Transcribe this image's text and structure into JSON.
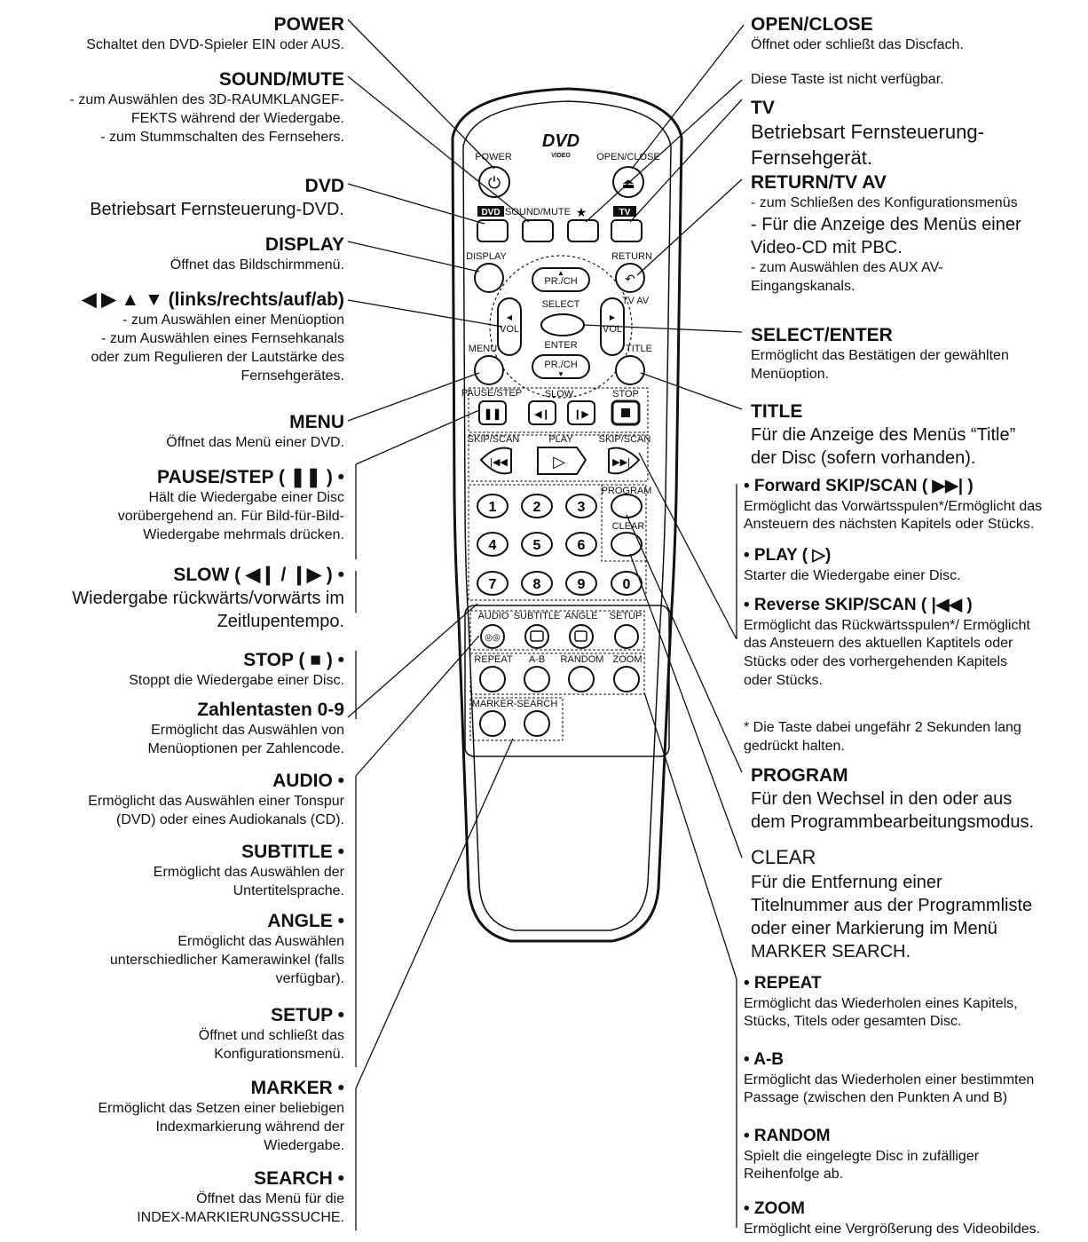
{
  "remote": {
    "logo": "DVD",
    "logo_sub": "VIDEO",
    "power": "POWER",
    "open_close": "OPEN/CLOSE",
    "dvd": "DVD",
    "sound_mute": "SOUND/MUTE",
    "star": "★",
    "tv": "TV",
    "display": "DISPLAY",
    "return": "RETURN",
    "tv_av": "TV AV",
    "pr_ch": "PR./CH",
    "vol": "VOL",
    "select": "SELECT",
    "enter": "ENTER",
    "menu": "MENU",
    "title": "TITLE",
    "pause_step": "PAUSE/STEP",
    "slow": "SLOW",
    "stop": "STOP",
    "skip_scan": "SKIP/SCAN",
    "play": "PLAY",
    "program": "PROGRAM",
    "clear": "CLEAR",
    "digits": [
      "1",
      "2",
      "3",
      "4",
      "5",
      "6",
      "7",
      "8",
      "9",
      "0"
    ],
    "audio": "AUDIO",
    "subtitle": "SUBTITLE",
    "angle": "ANGLE",
    "setup": "SETUP",
    "repeat": "REPEAT",
    "ab": "A-B",
    "random": "RANDOM",
    "zoom": "ZOOM",
    "marker_search": "MARKER-SEARCH"
  },
  "left": {
    "power": {
      "h": "POWER",
      "d": "Schaltet den DVD-Spieler EIN oder AUS."
    },
    "sound_mute": {
      "h": "SOUND/MUTE",
      "d1": "- zum Auswählen des 3D-RAUMKLANGEF-",
      "d2": "FEKTS während der Wiedergabe.",
      "d3": "- zum Stummschalten des Fernsehers."
    },
    "dvd": {
      "h": "DVD",
      "d": "Betriebsart Fernsteuerung-DVD."
    },
    "display": {
      "h": "DISPLAY",
      "d": "Öffnet das Bildschirmmenü."
    },
    "arrows": {
      "h": "◀ ▶ ▲ ▼ (links/rechts/auf/ab)",
      "d1": "- zum Auswählen einer Menüoption",
      "d2": "- zum Auswählen eines Fernsehkanals",
      "d3": "oder zum Regulieren der Lautstärke des",
      "d4": "Fernsehgerätes."
    },
    "menu": {
      "h": "MENU",
      "d": "Öffnet das Menü einer DVD."
    },
    "pause": {
      "h": "PAUSE/STEP ( ❚❚ ) •",
      "d1": "Hält die Wiedergabe einer Disc",
      "d2": "vorübergehend an. Für Bild-für-Bild-",
      "d3": "Wiedergabe mehrmals drücken."
    },
    "slow": {
      "h": "SLOW ( ◀❙ / ❙▶ ) •",
      "d1": "Wiedergabe rückwärts/vorwärts im",
      "d2": "Zeitlupentempo."
    },
    "stop": {
      "h": "STOP ( ■ ) •",
      "d": "Stoppt die Wiedergabe einer Disc."
    },
    "digits": {
      "h": "Zahlentasten 0-9",
      "d1": "Ermöglicht das Auswählen von",
      "d2": "Menüoptionen per Zahlencode."
    },
    "audio": {
      "h": "AUDIO •",
      "d1": "Ermöglicht das Auswählen einer Tonspur",
      "d2": "(DVD) oder eines Audiokanals (CD)."
    },
    "subtitle": {
      "h": "SUBTITLE •",
      "d1": "Ermöglicht das Auswählen der",
      "d2": "Untertitelsprache."
    },
    "angle": {
      "h": "ANGLE •",
      "d1": "Ermöglicht das Auswählen",
      "d2": "unterschiedlicher Kamerawinkel (falls",
      "d3": "verfügbar)."
    },
    "setup": {
      "h": "SETUP •",
      "d1": "Öffnet und schließt das",
      "d2": "Konfigurationsmenü."
    },
    "marker": {
      "h": "MARKER •",
      "d1": "Ermöglicht das Setzen einer beliebigen",
      "d2": "Indexmarkierung während der",
      "d3": "Wiedergabe."
    },
    "search": {
      "h": "SEARCH •",
      "d1": "Öffnet das Menü für die",
      "d2": "INDEX-MARKIERUNGSSUCHE."
    }
  },
  "right": {
    "open_close": {
      "h": "OPEN/CLOSE",
      "d": "Öffnet oder schließt das Discfach."
    },
    "star": {
      "d": "Diese Taste ist nicht verfügbar."
    },
    "tv": {
      "h": "TV",
      "d1": "Betriebsart Fernsteuerung-",
      "d2": "Fernsehgerät."
    },
    "return": {
      "h": "RETURN/TV AV",
      "d1": "- zum Schließen des Konfigurationsmenüs",
      "d2": "- Für die Anzeige des Menüs einer",
      "d3": "Video-CD mit PBC.",
      "d4": "- zum Auswählen des AUX AV-",
      "d5": "Eingangskanals."
    },
    "select": {
      "h": "SELECT/ENTER",
      "d1": "Ermöglicht das Bestätigen der gewählten",
      "d2": "Menüoption."
    },
    "title": {
      "h": "TITLE",
      "d1": "Für die Anzeige des Menüs “Title”",
      "d2": "der Disc (sofern vorhanden)."
    },
    "fwd": {
      "h": "• Forward SKIP/SCAN ( ▶▶| )",
      "d1": "Ermöglicht das Vorwärtsspulen*/Ermöglicht das",
      "d2": "Ansteuern des nächsten Kapitels oder Stücks."
    },
    "play": {
      "h": "• PLAY ( ▷)",
      "d": "Starter die Wiedergabe einer Disc."
    },
    "rev": {
      "h": "• Reverse SKIP/SCAN ( |◀◀ )",
      "d1": "Ermöglicht das Rückwärtsspulen*/ Ermöglicht",
      "d2": "das Ansteuern des aktuellen Kaptitels oder",
      "d3": "Stücks oder des vorhergehenden Kapitels",
      "d4": "oder Stücks."
    },
    "note": {
      "d1": "* Die Taste dabei ungefähr 2 Sekunden lang",
      "d2": "gedrückt halten."
    },
    "program": {
      "h": "PROGRAM",
      "d1": "Für den Wechsel in den oder aus",
      "d2": "dem Programmbearbeitungsmodus."
    },
    "clear": {
      "h": "CLEAR",
      "d1": "Für die Entfernung einer",
      "d2": "Titelnummer aus der Programmliste",
      "d3": "oder einer Markierung im Menü",
      "d4": "MARKER SEARCH."
    },
    "repeat": {
      "h": "• REPEAT",
      "d1": "Ermöglicht das Wiederholen eines Kapitels,",
      "d2": "Stücks, Titels oder gesamten Disc."
    },
    "ab": {
      "h": "• A-B",
      "d1": "Ermöglicht das Wiederholen einer bestimmten",
      "d2": "Passage (zwischen den Punkten A und B)"
    },
    "random": {
      "h": "• RANDOM",
      "d1": "Spielt die eingelegte Disc in zufälliger",
      "d2": "Reihenfolge ab."
    },
    "zoom": {
      "h": "• ZOOM",
      "d": "Ermöglicht eine Vergrößerung des Videobildes."
    }
  }
}
